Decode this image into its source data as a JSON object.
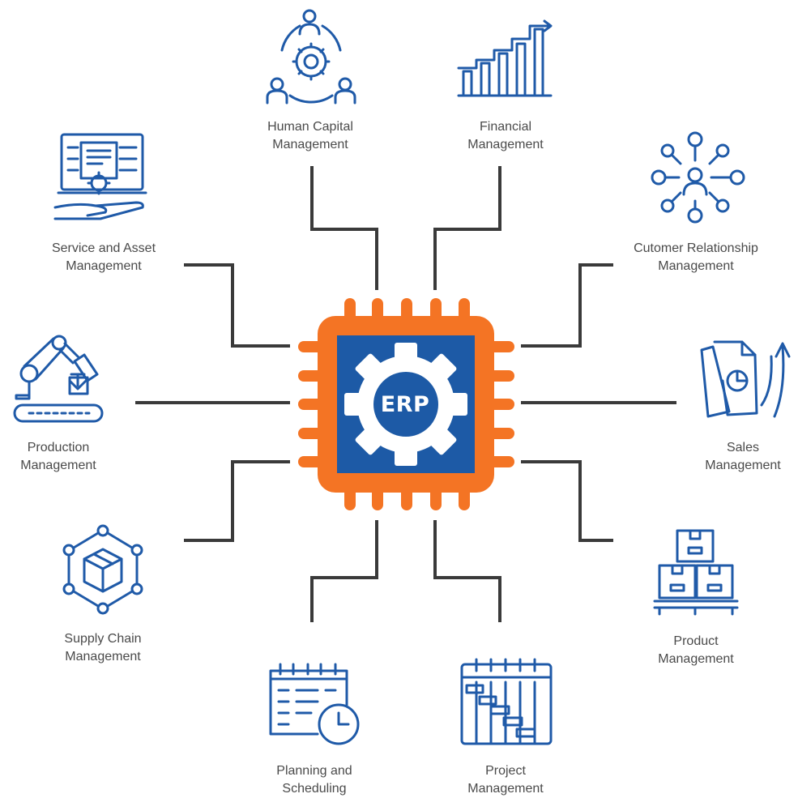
{
  "center": {
    "label": "ERP"
  },
  "modules": [
    {
      "id": "human-capital",
      "line1": "Human Capital",
      "line2": "Management",
      "icon": "team-gear-icon"
    },
    {
      "id": "financial",
      "line1": "Financial",
      "line2": "Management",
      "icon": "growth-chart-icon"
    },
    {
      "id": "crm",
      "line1": "Cutomer Relationship",
      "line2": "Management",
      "icon": "network-search-icon"
    },
    {
      "id": "sales",
      "line1": "Sales",
      "line2": "Management",
      "icon": "report-arrow-icon"
    },
    {
      "id": "product",
      "line1": "Product",
      "line2": "Management",
      "icon": "boxes-pallet-icon"
    },
    {
      "id": "project",
      "line1": "Project",
      "line2": "Management",
      "icon": "gantt-calendar-icon"
    },
    {
      "id": "planning",
      "line1": "Planning and",
      "line2": "Scheduling",
      "icon": "calendar-clock-icon"
    },
    {
      "id": "supply-chain",
      "line1": "Supply Chain",
      "line2": "Management",
      "icon": "box-network-icon"
    },
    {
      "id": "production",
      "line1": "Production",
      "line2": "Management",
      "icon": "robot-arm-conveyor-icon"
    },
    {
      "id": "service-asset",
      "line1": "Service and Asset",
      "line2": "Management",
      "icon": "laptop-hand-gear-icon"
    }
  ],
  "colors": {
    "icon_blue": "#1f5aa8",
    "chip_orange": "#f47424",
    "chip_blue": "#1d5aa6",
    "connector": "#3a3a3a",
    "label": "#4a4a4a"
  }
}
